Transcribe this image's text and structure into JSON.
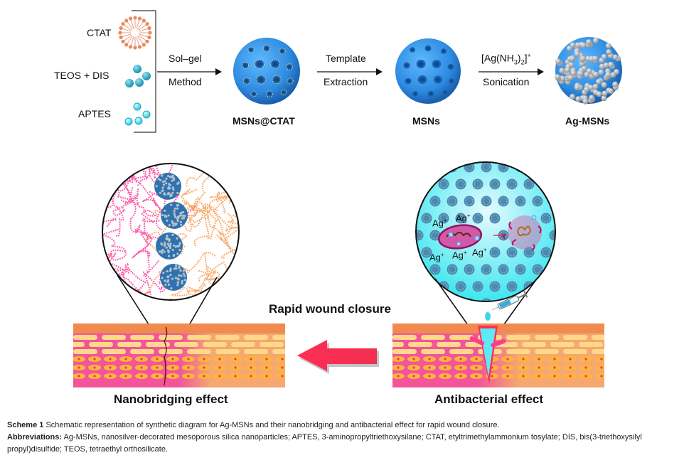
{
  "synthesis": {
    "reagents": [
      {
        "label": "CTAT",
        "icon": "micelle-icon"
      },
      {
        "label": "TEOS + DIS",
        "icon": "silica-precursor-spheres-icon"
      },
      {
        "label": "APTES",
        "icon": "aptes-spheres-icon"
      }
    ],
    "steps": [
      {
        "top": "Sol–gel",
        "bottom": "Method"
      },
      {
        "top": "Template",
        "bottom": "Extraction"
      },
      {
        "top": "[Ag(NH",
        "top_sub1": "3",
        "top_mid": ")",
        "top_sub2": "2",
        "top_end": "]",
        "top_sup": "+",
        "bottom": "Sonication"
      }
    ],
    "products": [
      "MSNs@CTAT",
      "MSNs",
      "Ag-MSNs"
    ]
  },
  "effects": {
    "center_label": "Rapid wound closure",
    "left_label": "Nanobridging effect",
    "right_label": "Antibacterial effect",
    "ion_label": "Ag",
    "ion_charge": "+"
  },
  "caption": {
    "scheme_label": "Scheme 1",
    "scheme_text": "Schematic representation of synthetic diagram for Ag-MSNs and their nanobridging and antibacterial effect for rapid wound closure.",
    "abbr_label": "Abbreviations:",
    "abbr_text": "Ag-MSNs, nanosilver-decorated mesoporous silica nanoparticles; APTES, 3-aminopropyltriethoxysilane; CTAT, etyltrimethylammonium tosylate; DIS, bis(3-triethoxysilyl propyl)disulfide; TEOS, tetraethyl orthosilicate."
  },
  "colors": {
    "msn_blue": "#2f8fe0",
    "skin_top": "#f08a50",
    "skin_pink": "#f2559a",
    "skin_peach": "#f5a870",
    "arrow_red": "#f0304f",
    "cyan": "#40e8f0"
  }
}
